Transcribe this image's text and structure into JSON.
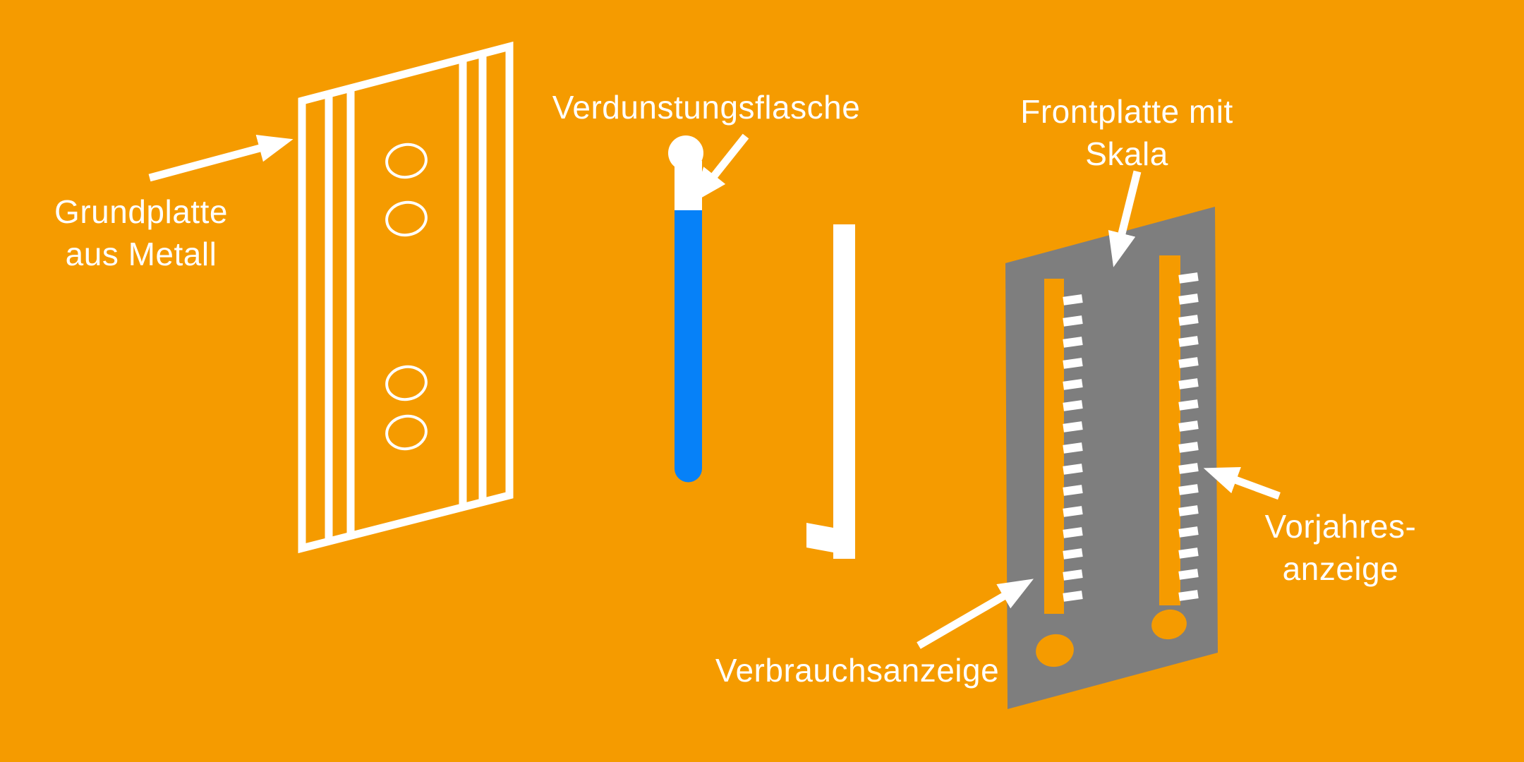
{
  "colors": {
    "background": "#F59B00",
    "plate_gray": "#7E7E7E",
    "liquid_blue": "#0681F8",
    "line_white": "#FFFFFF"
  },
  "labels": {
    "grundplatte": {
      "line1": "Grundplatte",
      "line2": "aus Metall"
    },
    "verdunstungsflasche": {
      "line1": "Verdunstungsflasche"
    },
    "frontplatte": {
      "line1": "Frontplatte mit",
      "line2": "Skala"
    },
    "vorjahres": {
      "line1": "Vorjahres-",
      "line2": "anzeige"
    },
    "verbrauchsanzeige": {
      "line1": "Verbrauchsanzeige"
    }
  }
}
